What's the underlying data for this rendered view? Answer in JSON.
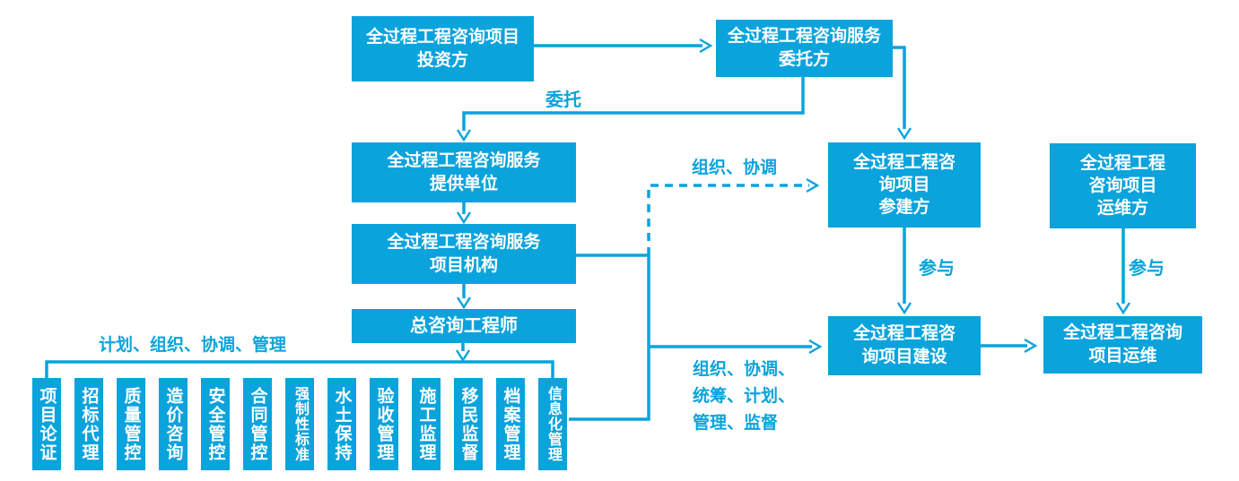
{
  "colors": {
    "primary": "#0aa3dc",
    "box_text": "#ffffff",
    "background": "#ffffff"
  },
  "boxes": {
    "investor": "全过程工程咨询项目\n投资方",
    "client": "全过程工程咨询服务\n委托方",
    "provider": "全过程工程咨询服务\n提供单位",
    "agency": "全过程工程咨询服务\n项目机构",
    "chief_engineer": "总咨询工程师",
    "participants": "全过程工程咨\n询项目\n参建方",
    "maintainer": "全过程工程\n咨询项目\n运维方",
    "construction": "全过程工程咨\n询项目建设",
    "operation": "全过程工程咨询\n项目运维"
  },
  "edge_labels": {
    "entrust": "委托",
    "organize_coordinate": "组织、协调",
    "participate_left": "参与",
    "participate_right": "参与",
    "plan_organize_coordinate_manage": "计划、组织、协调、管理",
    "organize_six_duties": "组织、协调、\n统筹、计划、\n管理、监督"
  },
  "tasks": [
    "项目论证",
    "招标代理",
    "质量管控",
    "造价咨询",
    "安全管控",
    "合同管控",
    "强制性标准",
    "水土保持",
    "验收管理",
    "施工监理",
    "移民监督",
    "档案管理",
    "信息化管理"
  ]
}
